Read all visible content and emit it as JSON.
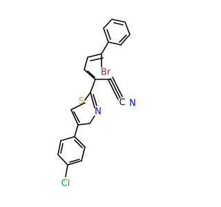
{
  "molecule": {
    "atoms": {
      "br": {
        "symbol": "Br",
        "color": "#a52a2a"
      },
      "c_nitrile": {
        "symbol": "C",
        "color": "#000000"
      },
      "n_nitrile": {
        "symbol": "N",
        "color": "#0000ff"
      },
      "s_thiazole": {
        "symbol": "S",
        "color": "#b8a200"
      },
      "n_thiazole": {
        "symbol": "N",
        "color": "#0000ff"
      },
      "cl": {
        "symbol": "Cl",
        "color": "#00b000"
      }
    }
  }
}
